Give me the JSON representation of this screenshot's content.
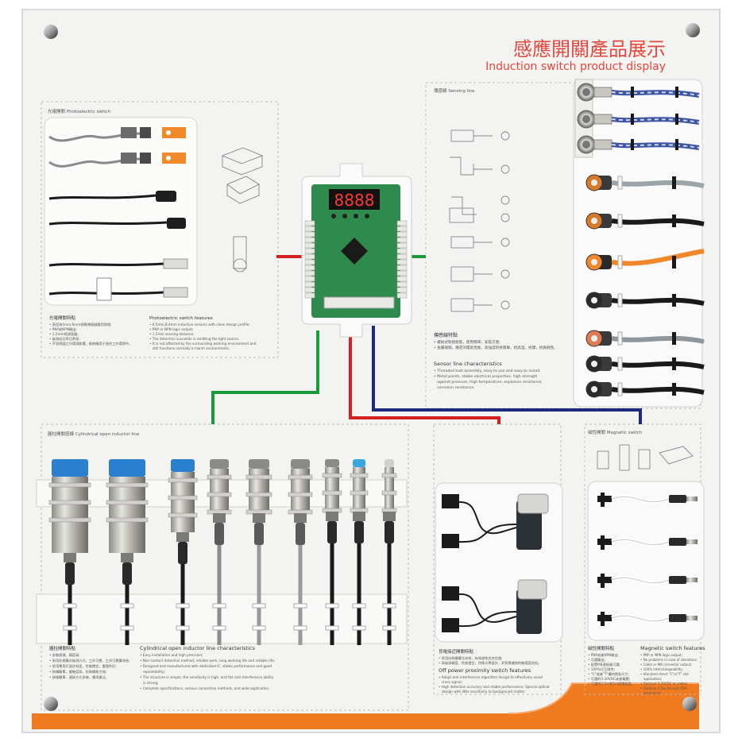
{
  "board": {
    "title_cn": "感應開關產品展示",
    "title_en": "Induction switch product display",
    "accent_color": "#e8453c",
    "stripe_color": "#f07a1f"
  },
  "sections": {
    "photoelectric": {
      "label": "光電開關 Photoelectric switch",
      "features_cn": "光電開關特點",
      "features_en": "Photoelectric switch features",
      "items_cn": [
        "直徑為5mm,6mm感應傳感器應用領域;",
        "PNP或NPN輸出;",
        "1.2mm感測距離;",
        "檢測成功率比更高;",
        "不受周圍工作環境影響，能夠應用于惡劣工作環境中。"
      ],
      "items_en": [
        "6.5mm,8.4mm inductive sensors with clean design profile;",
        "PNP or NPN logic output;",
        "1.2mm sensing distance;",
        "The detection succeeds in emitting the light source;",
        "It is not affected by the surrounding working environment and still functions normally in harsh environments."
      ]
    },
    "sensing_line": {
      "label": "傳感線 Sensing line",
      "features_cn": "傳感線特點",
      "features_en": "Sensor line characteristics",
      "items_cn": [
        "螺紋式對接組裝，使用簡單，安裝方便;",
        "金屬端頭，穩定的電氣性能，高強度的抗衝擊，抗高溫，抗爆，抗腐蝕性。"
      ],
      "items_en": [
        "Threaded butt assembly, easy to use and easy to install;",
        "Metal points, stable electrical properties, high strength against pressure, high temperature, explosion resistance, corrosion resistance."
      ]
    },
    "cylindrical": {
      "label": "圓柱開關感線 Cylindrical open inductor line",
      "features_cn": "圓柱開關特點",
      "features_en": "Cylindrical open inductor line characteristics",
      "items_cn": [
        "安裝便捷，精度高;",
        "采用非接觸式檢測方式，工作可靠，工作可靠壽命長;",
        "采用專用IC設計制造，性能穩定，重復性好;",
        "結構簡單，靈敏度高，抗幹擾能力強;",
        "接線簡單，連接方式多樣，應用廣泛。"
      ],
      "items_en": [
        "Easy installation and high precision;",
        "Non-contact detection method, reliable work, long working life and reliable life;",
        "Designed and manufactured with dedicated IC, stable performance and good repeatability;",
        "The structure is simple, the sensitivity is high, and the anti-interference ability is strong;",
        "Complete specifications, various connection methods, and wide application."
      ]
    },
    "off_power": {
      "features_cn": "背電接近開關特點",
      "features_en": "Off power proximity switch features",
      "items_cn": [
        "采用抗幹擾算法技術，有效避免交叉信號;",
        "高檢測精度，性能穩定，特殊光學設計，對背景雜物的敏感度很低。"
      ],
      "items_en": [
        "Adopt anti-interference algorithm design to effectively avoid cross signal;",
        "High detection accuracy and stable performance; Special optical design with little sensitivity to background matter."
      ]
    },
    "magnetic": {
      "label": "磁性開關 Magnetic switch",
      "features_cn": "磁性開關特點",
      "features_en": "Magnetic switch features",
      "items_cn": [
        "PNP或者NPN輸出;",
        "可選輸出;",
        "配置M8連接器可選;",
        "100%可互換性;",
        "\"C\"或者\"T\"槽的標准尺寸;",
        "可選的5-30VDC或者電纜;",
        "可選的2.5m和5m線纜長度。"
      ],
      "items_en": [
        "PNP or NPN logic output;",
        "No problems in case of vibrations;",
        "Cable or M8 connector output;",
        "100% Interchangeability;",
        "Standard direct \"C\"or\"T\" slot application;",
        "Optional 5-30VDC or cables;",
        "Optional 2.5m,5m and 10m extensions."
      ]
    }
  },
  "display": {
    "digits": "8888"
  },
  "colors": {
    "wire_red": "#d42020",
    "wire_green": "#1a9a3a",
    "wire_navy": "#1c2a7a",
    "pcb_green": "#2f8a4e",
    "orange_cable": "#f0882a",
    "sensor_blue": "#2b7fd0",
    "metal": "#c0bfba"
  }
}
